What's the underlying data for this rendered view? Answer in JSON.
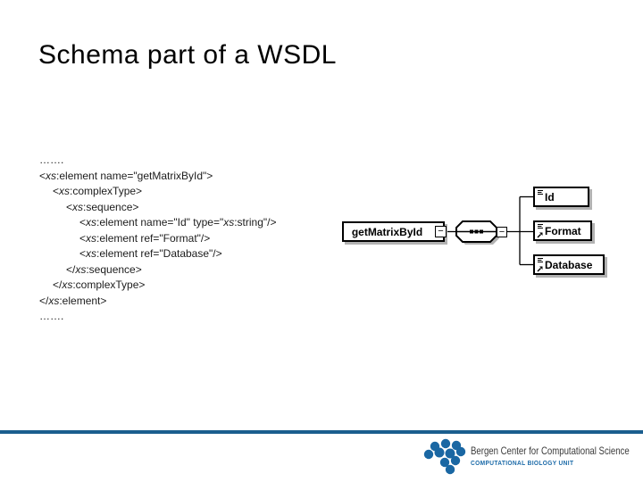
{
  "slide": {
    "title": "Schema part of a WSDL",
    "code": {
      "lines": [
        {
          "indent": 0,
          "text": "……."
        },
        {
          "indent": 0,
          "text": "<xs:element name=\"getMatrixById\">"
        },
        {
          "indent": 1,
          "text": "<xs:complexType>"
        },
        {
          "indent": 2,
          "text": "<xs:sequence>"
        },
        {
          "indent": 3,
          "text": "<xs:element name=\"Id\" type=\"xs:string\"/>"
        },
        {
          "indent": 3,
          "text": "<xs:element ref=\"Format\"/>"
        },
        {
          "indent": 3,
          "text": "<xs:element ref=\"Database\"/>"
        },
        {
          "indent": 2,
          "text": "</xs:sequence>"
        },
        {
          "indent": 1,
          "text": "</xs:complexType>"
        },
        {
          "indent": 0,
          "text": "</xs:element>"
        },
        {
          "indent": 0,
          "text": "……."
        }
      ]
    },
    "diagram": {
      "root": {
        "label": "getMatrixById"
      },
      "collapse_glyph": "−",
      "sequence_symbol": "sequence-dots",
      "children": [
        {
          "label": "Id",
          "is_reference": false
        },
        {
          "label": "Format",
          "is_reference": true
        },
        {
          "label": "Database",
          "is_reference": true
        }
      ]
    },
    "footer": {
      "org_name": "Bergen Center for Computational Science",
      "org_unit": "COMPUTATIONAL BIOLOGY UNIT",
      "colors": {
        "rule": "#1b5e8e",
        "logo_dot": "#1a67a3",
        "unit_text": "#1b6aa8"
      }
    }
  }
}
